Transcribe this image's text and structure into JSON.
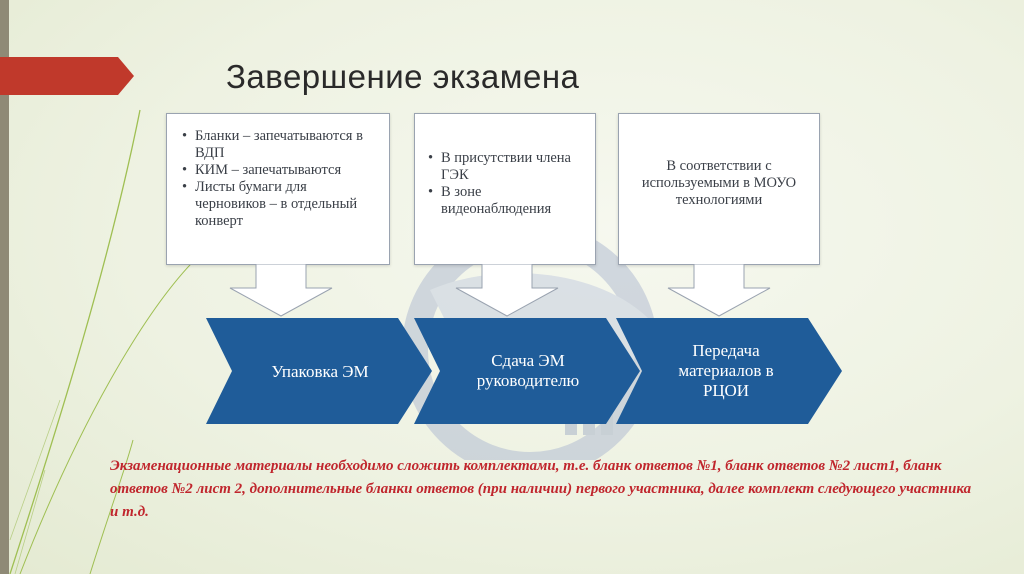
{
  "slide": {
    "title": "Завершение экзамена",
    "accent_color": "#c0392b",
    "chevron_color": "#1f5c99"
  },
  "boxes": [
    {
      "items": [
        "Бланки – запечатываются в ВДП",
        "КИМ – запечатываются",
        "Листы бумаги для черновиков – в отдельный конверт"
      ]
    },
    {
      "items": [
        "В присутствии члена ГЭК",
        "В зоне видеонаблюдения"
      ]
    },
    {
      "text": "В соответствии с используемыми в МОУО технологиями"
    }
  ],
  "steps": [
    {
      "label": "Упаковка ЭМ"
    },
    {
      "label": "Сдача ЭМ руководителю"
    },
    {
      "label": "Передача материалов в РЦОИ"
    }
  ],
  "note": "Экзаменационные материалы необходимо сложить комплектами, т.е. бланк ответов №1, бланк ответов №2 лист1, бланк ответов №2 лист 2, дополнительные бланки ответов (при наличии) первого участника, далее комплект следующего участника и т.д."
}
